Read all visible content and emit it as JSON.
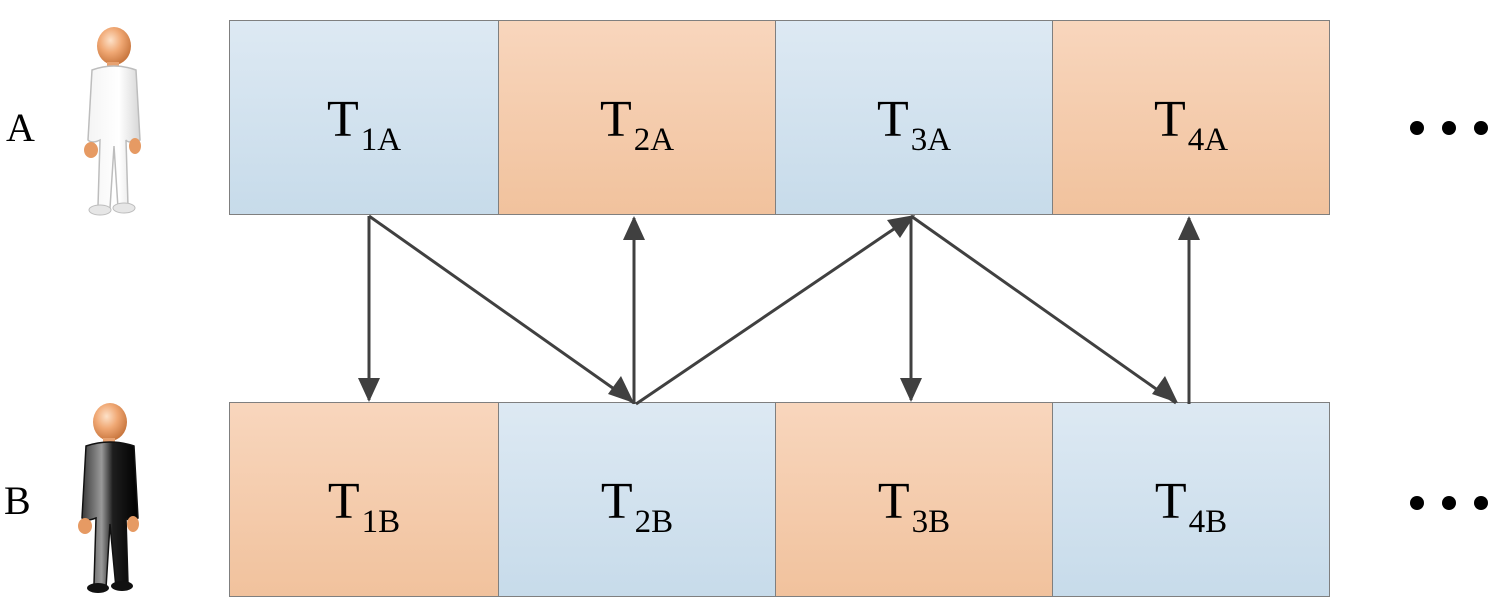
{
  "rows": [
    {
      "label": "A",
      "person": "white-person-icon",
      "cells": [
        {
          "main": "T",
          "sub": "1A",
          "color": "#d3e3ef"
        },
        {
          "main": "T",
          "sub": "2A",
          "color": "#f5cdb0"
        },
        {
          "main": "T",
          "sub": "3A",
          "color": "#d3e3ef"
        },
        {
          "main": "T",
          "sub": "4A",
          "color": "#f5cdb0"
        }
      ]
    },
    {
      "label": "B",
      "person": "black-person-icon",
      "cells": [
        {
          "main": "T",
          "sub": "1B",
          "color": "#f5cdb0"
        },
        {
          "main": "T",
          "sub": "2B",
          "color": "#d3e3ef"
        },
        {
          "main": "T",
          "sub": "3B",
          "color": "#f5cdb0"
        },
        {
          "main": "T",
          "sub": "4B",
          "color": "#d3e3ef"
        }
      ]
    }
  ],
  "colors": {
    "blue_cell": "#d3e3ef",
    "orange_cell": "#f5cdb0",
    "arrow": "#404040",
    "border": "#7f7f7f"
  },
  "connections": [
    {
      "from": "T1A",
      "to": "T1B"
    },
    {
      "from": "T1A",
      "to": "T2B"
    },
    {
      "from": "T2B",
      "to": "T2A"
    },
    {
      "from": "T2B",
      "to": "T3A"
    },
    {
      "from": "T3A",
      "to": "T3B"
    },
    {
      "from": "T3A",
      "to": "T4B"
    },
    {
      "from": "T4B",
      "to": "T4A"
    }
  ]
}
